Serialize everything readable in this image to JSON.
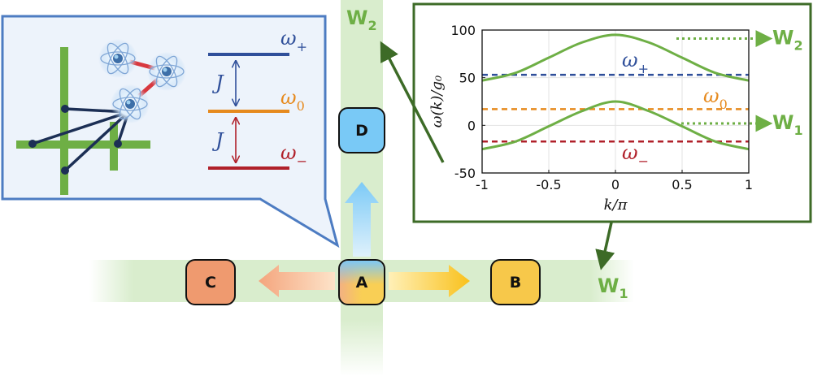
{
  "nodes": {
    "a": {
      "label": "A"
    },
    "b": {
      "label": "B"
    },
    "c": {
      "label": "C"
    },
    "d": {
      "label": "D"
    }
  },
  "waveguides": {
    "w1": {
      "main": "W",
      "sub": "1"
    },
    "w2": {
      "main": "W",
      "sub": "2"
    }
  },
  "inset": {
    "levels": {
      "plus": {
        "main": "ω",
        "sub": "+",
        "color": "#2f4f9a"
      },
      "zero": {
        "main": "ω",
        "sub": "0",
        "color": "#e68a1e"
      },
      "minus": {
        "main": "ω",
        "sub": "−",
        "color": "#b0202a"
      }
    },
    "coupling_upper": "J",
    "coupling_lower": "J"
  },
  "chart_data": {
    "type": "line",
    "xlabel": "k/π",
    "ylabel": "ω(k)/g₀",
    "xlim": [
      -1,
      1
    ],
    "ylim": [
      -50,
      100
    ],
    "xticks": [
      "-1",
      "-0.5",
      "0",
      "0.5",
      "1"
    ],
    "yticks": [
      "100",
      "50",
      "0",
      "-50"
    ],
    "grid": true,
    "series": [
      {
        "color": "#6eaf45",
        "style": "solid",
        "x": [
          -1,
          -0.75,
          -0.5,
          -0.25,
          0,
          0.25,
          0.5,
          0.75,
          1
        ],
        "y": [
          47,
          55,
          71,
          87,
          95,
          87,
          71,
          55,
          47
        ]
      },
      {
        "color": "#6eaf45",
        "style": "solid",
        "x": [
          -1,
          -0.75,
          -0.5,
          -0.25,
          0,
          0.25,
          0.5,
          0.75,
          1
        ],
        "y": [
          -25,
          -17,
          -1,
          15,
          25,
          15,
          -1,
          -17,
          -25
        ]
      },
      {
        "color": "#2f4f9a",
        "style": "dashed",
        "x": [
          -1,
          1
        ],
        "y": [
          53,
          53
        ]
      },
      {
        "color": "#e68a1e",
        "style": "dashed",
        "x": [
          -1,
          1
        ],
        "y": [
          17,
          17
        ]
      },
      {
        "color": "#b0202a",
        "style": "dashed",
        "x": [
          -1,
          1
        ],
        "y": [
          -17,
          -17
        ]
      }
    ],
    "annotations": {
      "omega_plus": {
        "main": "ω",
        "sub": "+"
      },
      "omega_zero": {
        "main": "ω",
        "sub": "0"
      },
      "omega_minus": {
        "main": "ω",
        "sub": "−"
      },
      "out_w2": {
        "main": "W",
        "sub": "2"
      },
      "out_w1": {
        "main": "W",
        "sub": "1"
      }
    }
  },
  "colors": {
    "waveguide": "#d9edcd",
    "frame_green": "#3d6b27",
    "inset_border": "#4d7cc2",
    "inset_bg": "#edf3fb",
    "node_a_left": "#f2b083",
    "node_a_mid": "#f9cf55",
    "node_a_top": "#7dc7f5",
    "node_b": "#f7c84a",
    "node_c": "#ef9a6f",
    "node_d": "#79c9f6"
  }
}
